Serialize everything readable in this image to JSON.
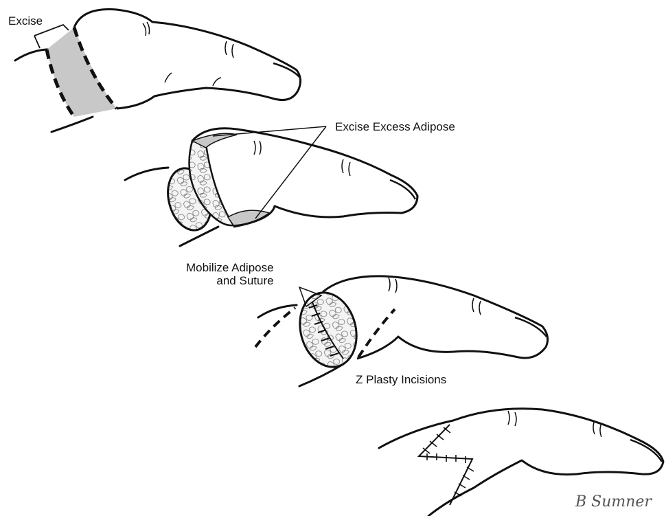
{
  "labels": {
    "excise": "Excise",
    "excise_excess_adipose": "Excise Excess Adipose",
    "mobilize_line1": "Mobilize Adipose",
    "mobilize_line2": "and Suture",
    "z_plasty": "Z Plasty Incisions"
  },
  "signature": "B Sumner",
  "colors": {
    "outline": "#111111",
    "excision_shade": "#c8c8c8",
    "adipose_fill": "#f2f2f2",
    "background": "#ffffff"
  }
}
